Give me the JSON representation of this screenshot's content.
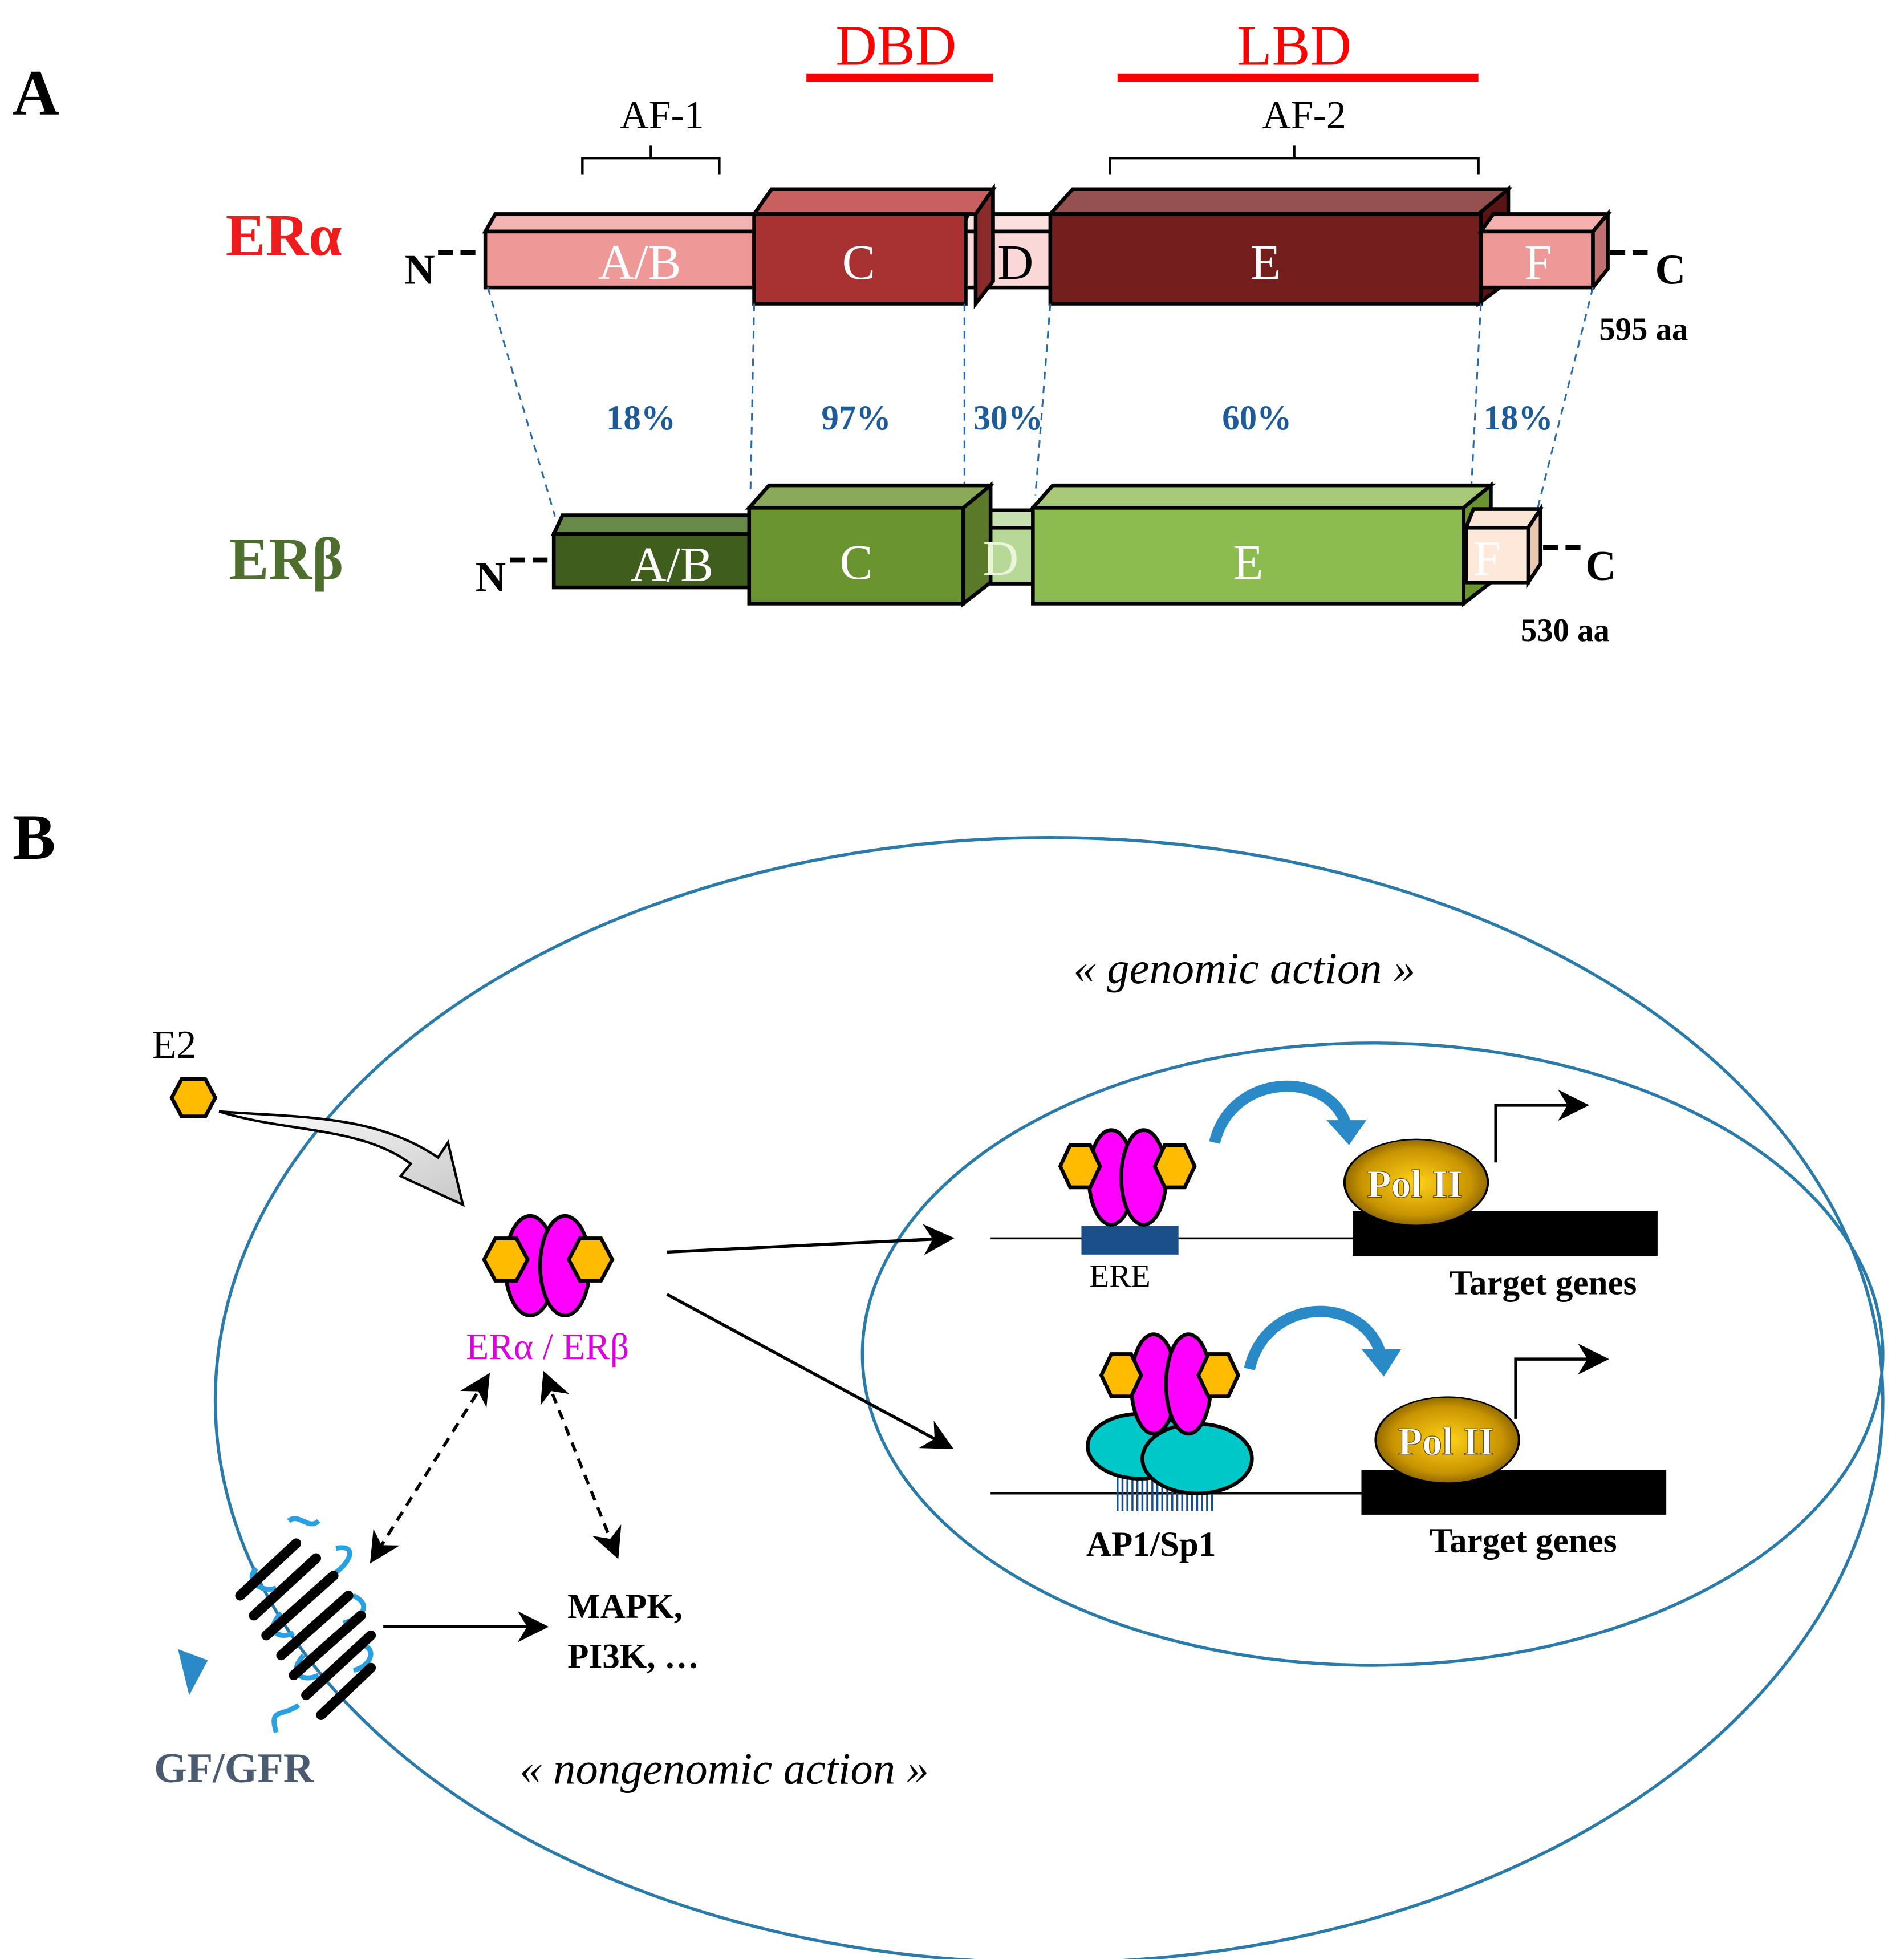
{
  "panel_a": {
    "label": "A",
    "dbd_label": "DBD",
    "lbd_label": "LBD",
    "af1_label": "AF-1",
    "af2_label": "AF-2",
    "er_alpha": {
      "name": "ERα",
      "n_terminus": "N",
      "c_terminus": "C",
      "length": "595 aa",
      "domains": [
        "A/B",
        "C",
        "D",
        "E",
        "F"
      ]
    },
    "er_beta": {
      "name": "ERβ",
      "n_terminus": "N",
      "c_terminus": "C",
      "length": "530 aa",
      "domains": [
        "A/B",
        "C",
        "D",
        "E",
        "F"
      ]
    },
    "homology": [
      "18%",
      "97%",
      "30%",
      "60%",
      "18%"
    ],
    "colors": {
      "alpha_title": "#ee1c1c",
      "beta_title": "#4e6e2e",
      "domain_bar_red": "#ff0000",
      "homology_text": "#1f5a99"
    }
  },
  "panel_b": {
    "label": "B",
    "ligand": "E2",
    "receptor_label": "ERα / ERβ",
    "genomic_label": "« genomic action »",
    "nongenomic_label": "« nongenomic action »",
    "ere_label": "ERE",
    "ap1_label": "AP1/Sp1",
    "polii_label": "Pol II",
    "target_genes_label": "Target genes",
    "kinases_line1": "MAPK,",
    "kinases_line2": "PI3K, …",
    "gf_label": "GF/GFR",
    "colors": {
      "membrane": "#2a7aaa",
      "receptor": "#ff00ff",
      "ligand": "#ffbb00",
      "cofactor": "#00c8c8",
      "gf_label": "#4a5a70"
    }
  }
}
